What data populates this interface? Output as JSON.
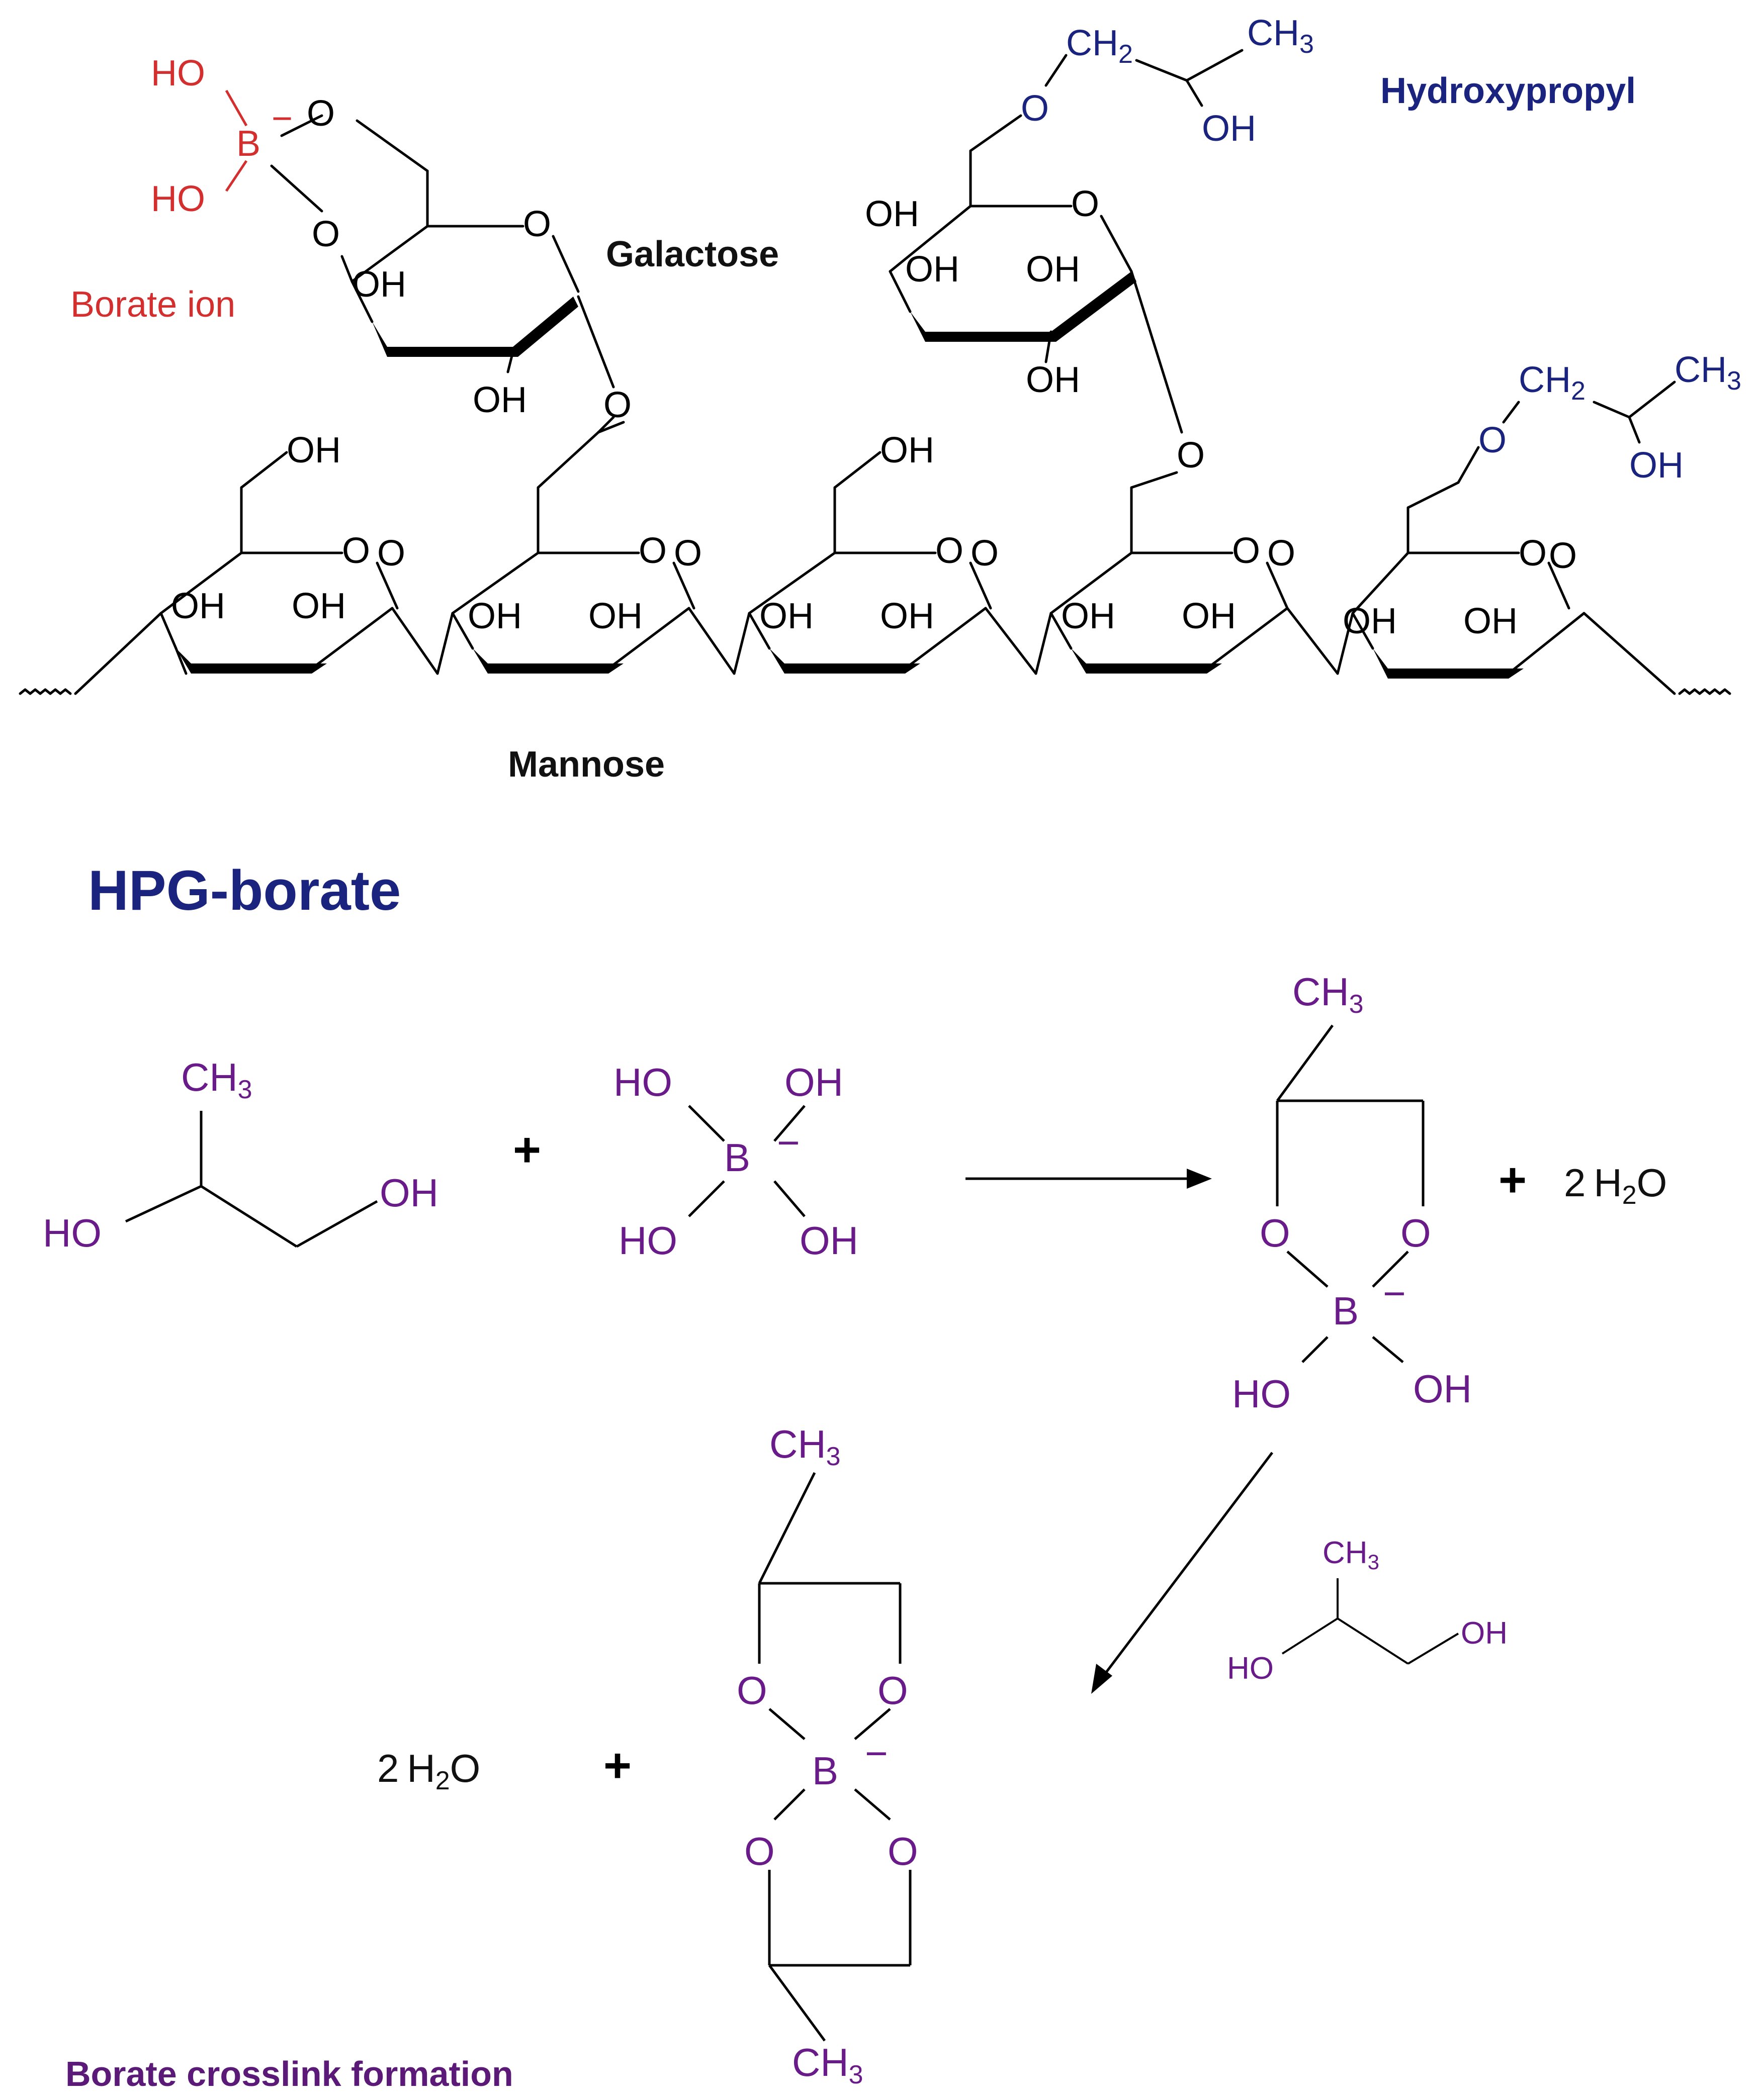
{
  "labels": {
    "galactose": "Galactose",
    "mannose": "Mannose",
    "hydroxypropyl": "Hydroxypropyl",
    "borate_ion": "Borate ion",
    "hpg_borate": "HPG-borate",
    "crosslink": "Borate crosslink formation"
  },
  "atoms": {
    "oh": "OH",
    "ho": "HO",
    "o": "O",
    "b": "B",
    "ch": "CH",
    "two": "2",
    "three": "3",
    "minus": "−",
    "water_coef": "2",
    "water_h": "H",
    "water_o": "O",
    "plus": "+"
  },
  "colors": {
    "borate": "#d32f2f",
    "hydroxypropyl": "#1a237e",
    "reaction": "#6a1b8a",
    "title": "#1a237e",
    "caption": "#5b1a78"
  }
}
